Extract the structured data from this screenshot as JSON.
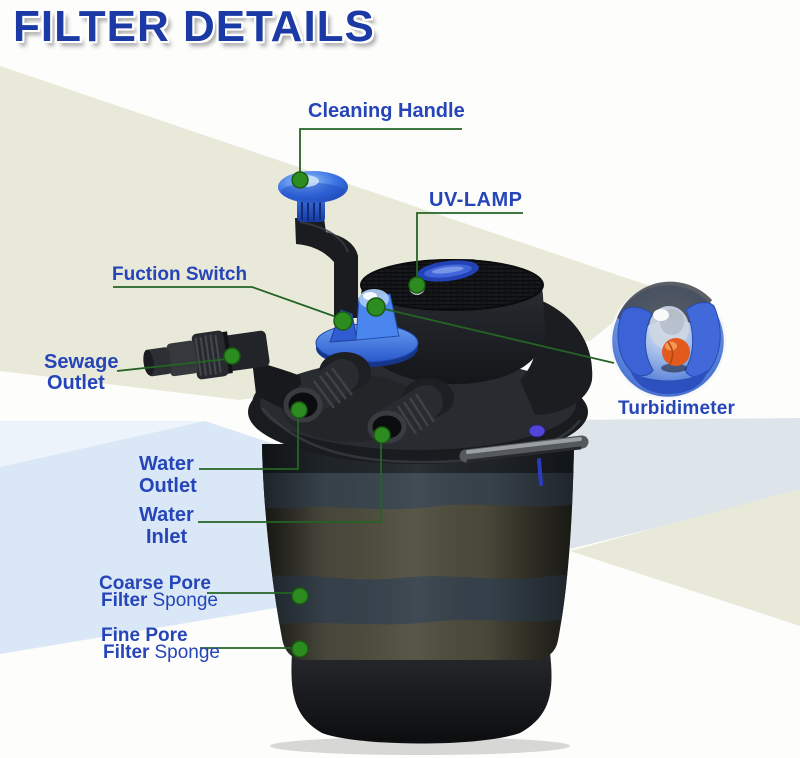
{
  "title": "FILTER DETAILS",
  "labels": {
    "cleaning_handle": {
      "text": "Cleaning Handle"
    },
    "uv_lamp": {
      "text": "UV-LAMP"
    },
    "function_switch": {
      "text": "Fuction Switch"
    },
    "sewage_outlet": {
      "line1": "Sewage",
      "line2": "Outlet"
    },
    "water_outlet": {
      "line1": "Water",
      "line2": "Outlet"
    },
    "water_inlet": {
      "line1": "Water",
      "line2": "Inlet"
    },
    "coarse_sponge": {
      "line1": "Coarse Pore",
      "line2_bold": "Filter",
      "line2_rest": "Sponge"
    },
    "fine_sponge": {
      "line1": "Fine Pore",
      "line2_bold": "Filter",
      "line2_rest": "Sponge"
    },
    "turbidimeter": {
      "text": "Turbidimeter"
    }
  },
  "colors": {
    "title_blue": "#1c3aa6",
    "label_blue": "#2545b8",
    "callout_line_green": "#256325",
    "callout_dot_green": "#2c8c20",
    "beige_band": "#e9e9da",
    "light_blue_band": "#d9e7f6",
    "device_blue": "#3c74e4",
    "turbidimeter_orange": "#e25a1e"
  }
}
